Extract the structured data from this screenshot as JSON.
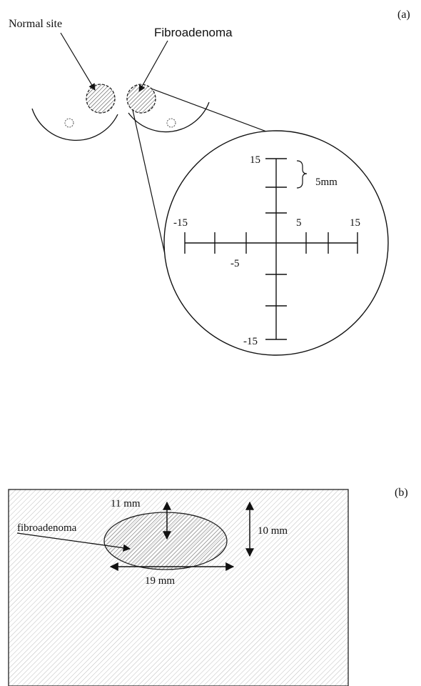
{
  "panel_a": {
    "label": "(a)",
    "normal_site_label": "Normal site",
    "fibroadenoma_label": "Fibroadenoma",
    "scale_label": "5mm",
    "ticks": {
      "top": "15",
      "bottom": "-15",
      "left": "-15",
      "right": "15",
      "x_pos5": "5",
      "x_neg5": "-5"
    }
  },
  "panel_b": {
    "label": "(b)",
    "fibroadenoma_label": "fibroadenoma",
    "depth_label": "11 mm",
    "height_label": "10 mm",
    "width_label": "19 mm"
  },
  "colors": {
    "line": "#111111",
    "hatch_bg": "#c8c8c8",
    "hatch_lesion": "#555555"
  }
}
